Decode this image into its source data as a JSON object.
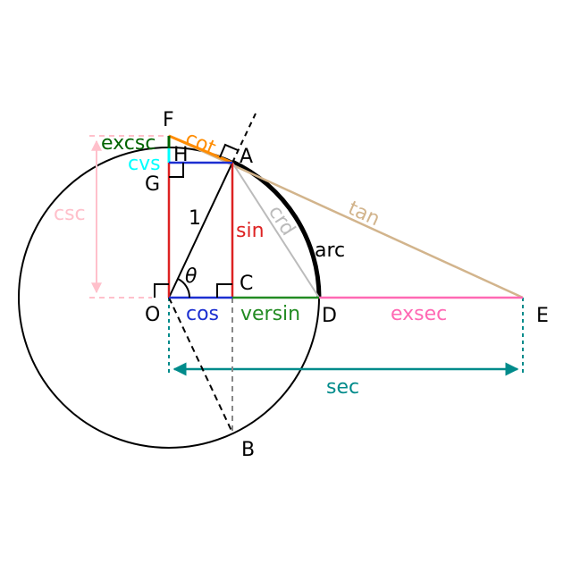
{
  "points": {
    "O": "O",
    "A": "A",
    "B": "B",
    "C": "C",
    "D": "D",
    "E": "E",
    "F": "F",
    "G": "G",
    "H": "H"
  },
  "labels": {
    "radius": "1",
    "theta": "θ",
    "sin": "sin",
    "cos": "cos",
    "tan": "tan",
    "cot": "cot",
    "sec": "sec",
    "csc": "csc",
    "crd": "crd",
    "arc": "arc",
    "versin": "versin",
    "cvs": "cvs",
    "exsec": "exsec",
    "excsc": "excsc"
  },
  "colors": {
    "circle": "#000000",
    "radius": "#000000",
    "sin": "#dd2222",
    "cos": "#1c2fd1",
    "tan": "#d2b48c",
    "cot": "#ff8c00",
    "sec": "#008b8b",
    "csc": "#ffc0cb",
    "crd": "#bbbbbb",
    "versin": "#228b22",
    "cvs": "#00ffff",
    "exsec": "#ff69b4",
    "excsc": "#006400",
    "dashed_gray": "#888888"
  }
}
